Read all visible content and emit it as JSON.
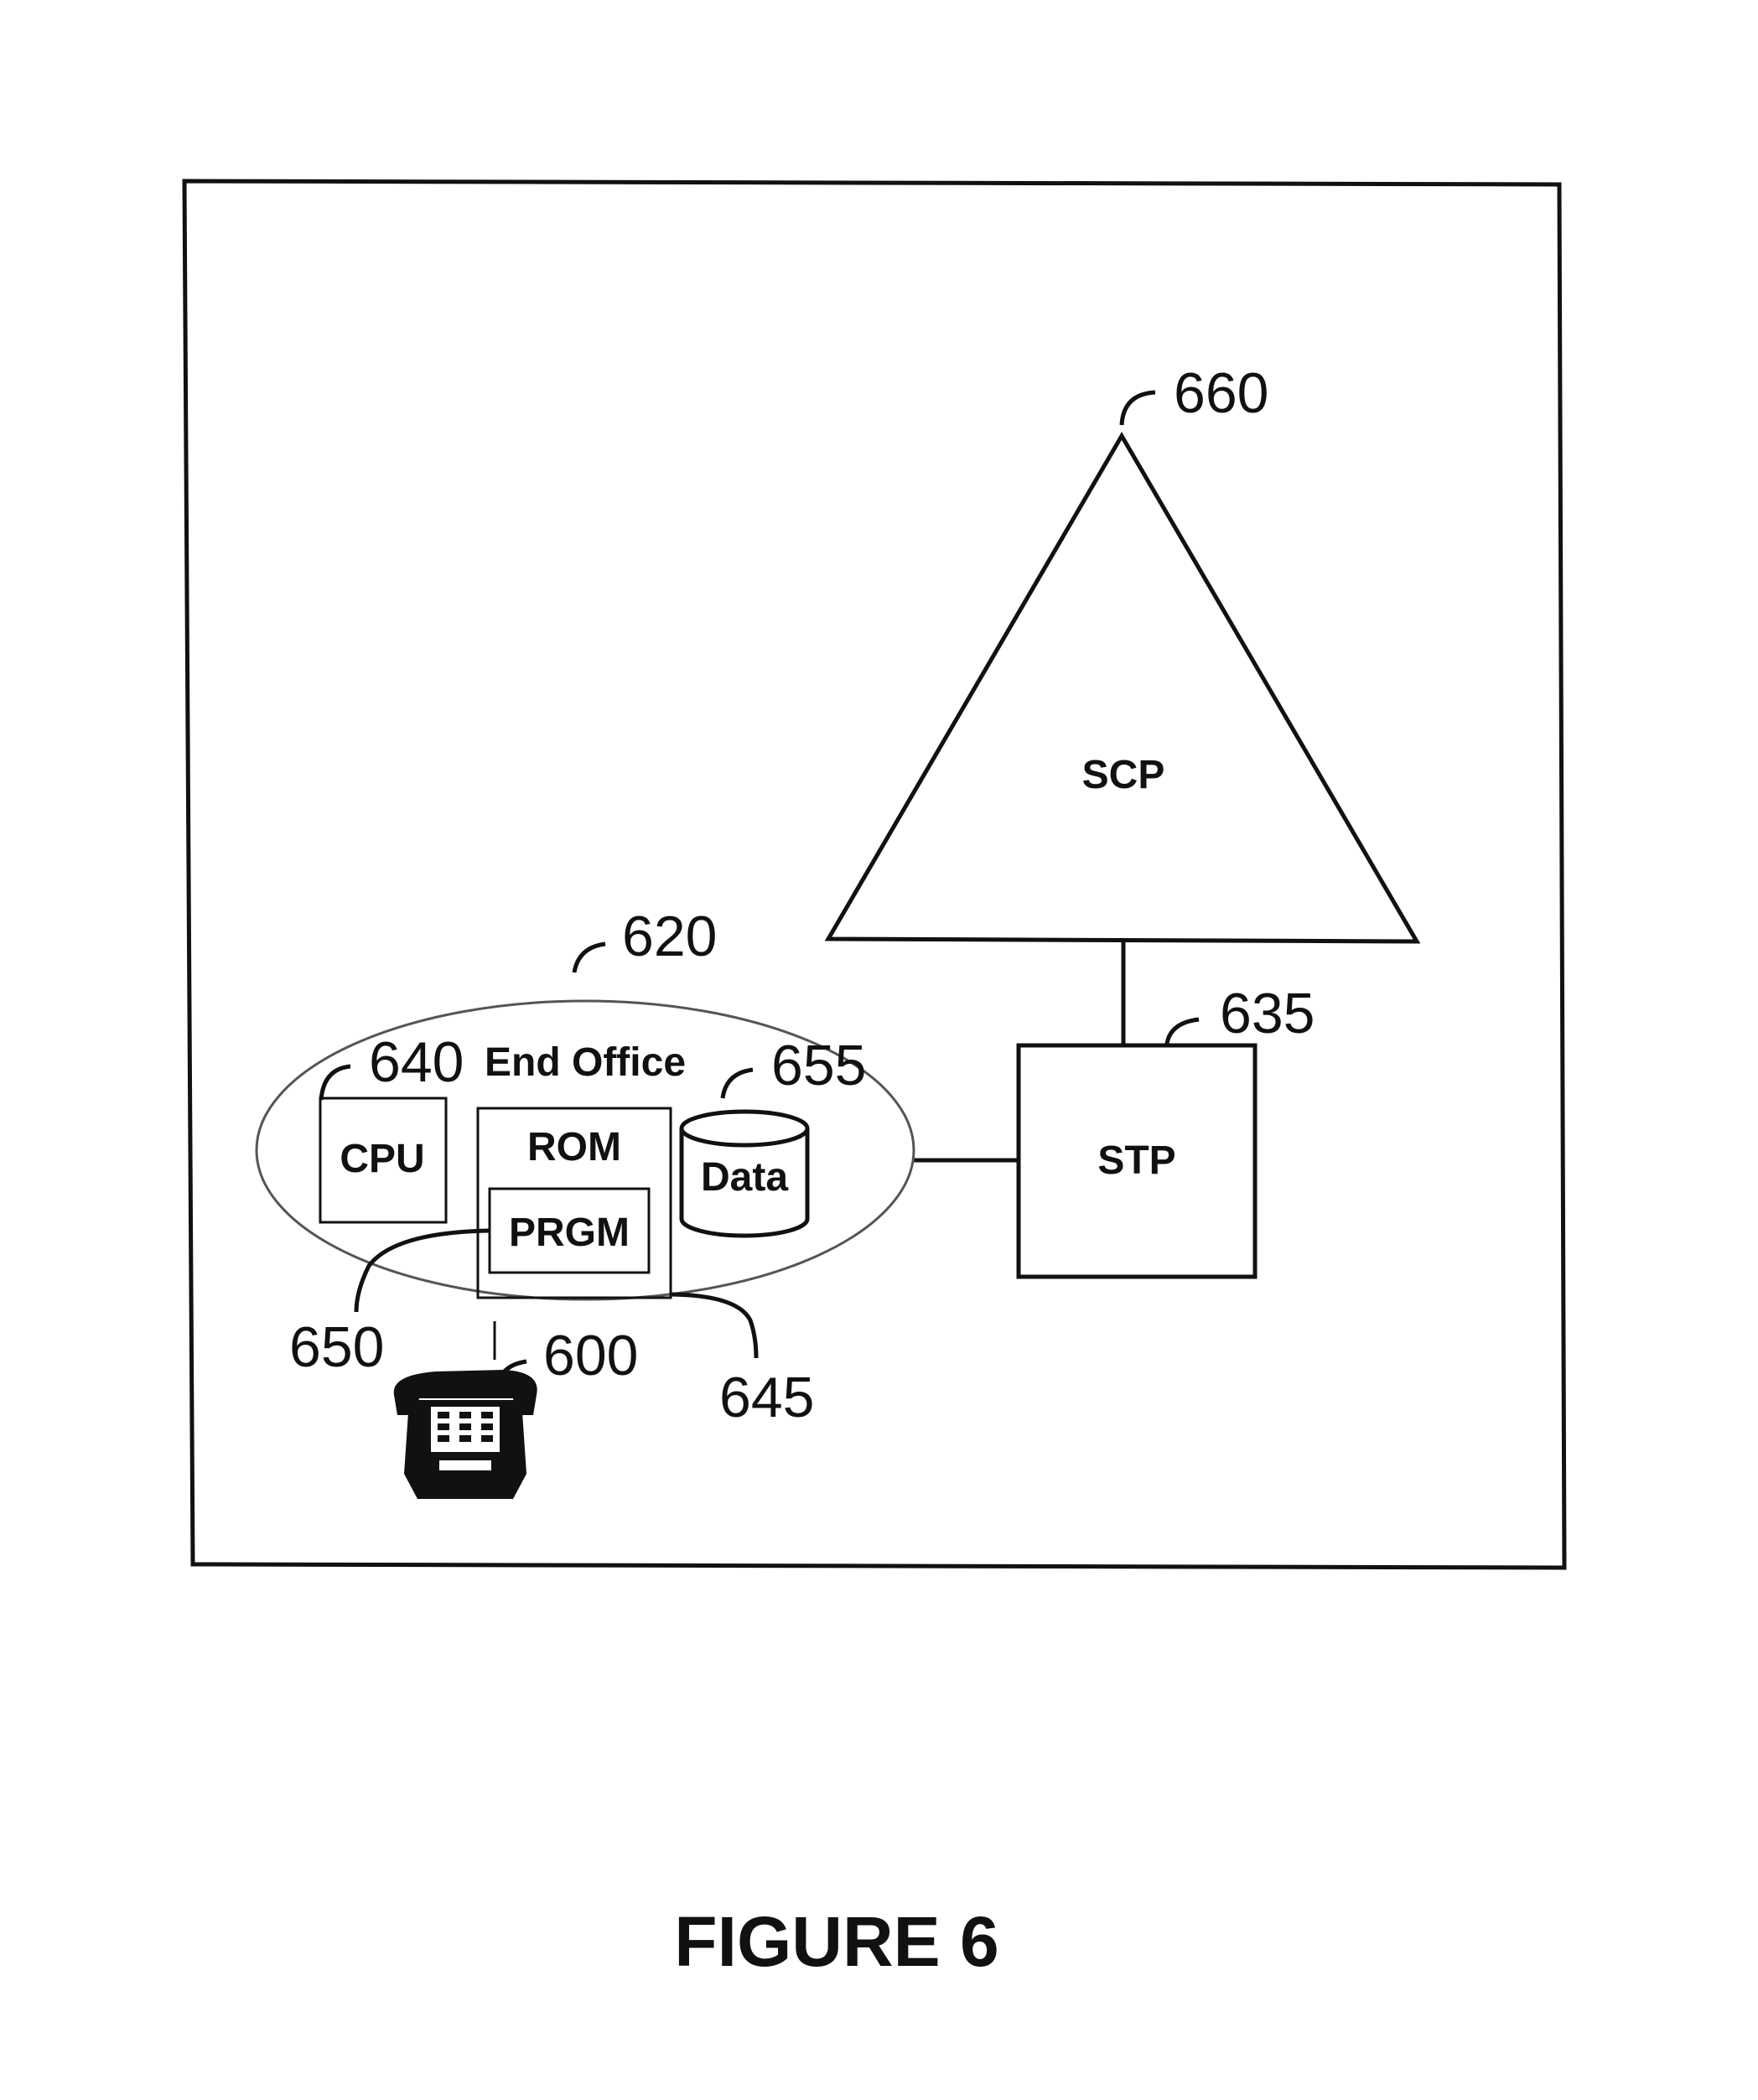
{
  "figure_title": "FIGURE 6",
  "nodes": {
    "scp": {
      "label": "SCP",
      "ref": "660"
    },
    "stp": {
      "label": "STP",
      "ref": "635"
    },
    "end_office": {
      "label": "End Office",
      "ref": "620"
    },
    "cpu": {
      "label": "CPU",
      "ref": "640"
    },
    "rom": {
      "label": "ROM"
    },
    "prgm": {
      "label": "PRGM"
    },
    "data": {
      "label": "Data",
      "ref": "655"
    },
    "telephone": {
      "ref": "600"
    }
  },
  "leaders": {
    "prgm_ref": "650",
    "rom_ref": "645"
  },
  "colors": {
    "ink": "#111111",
    "background": "#ffffff"
  }
}
